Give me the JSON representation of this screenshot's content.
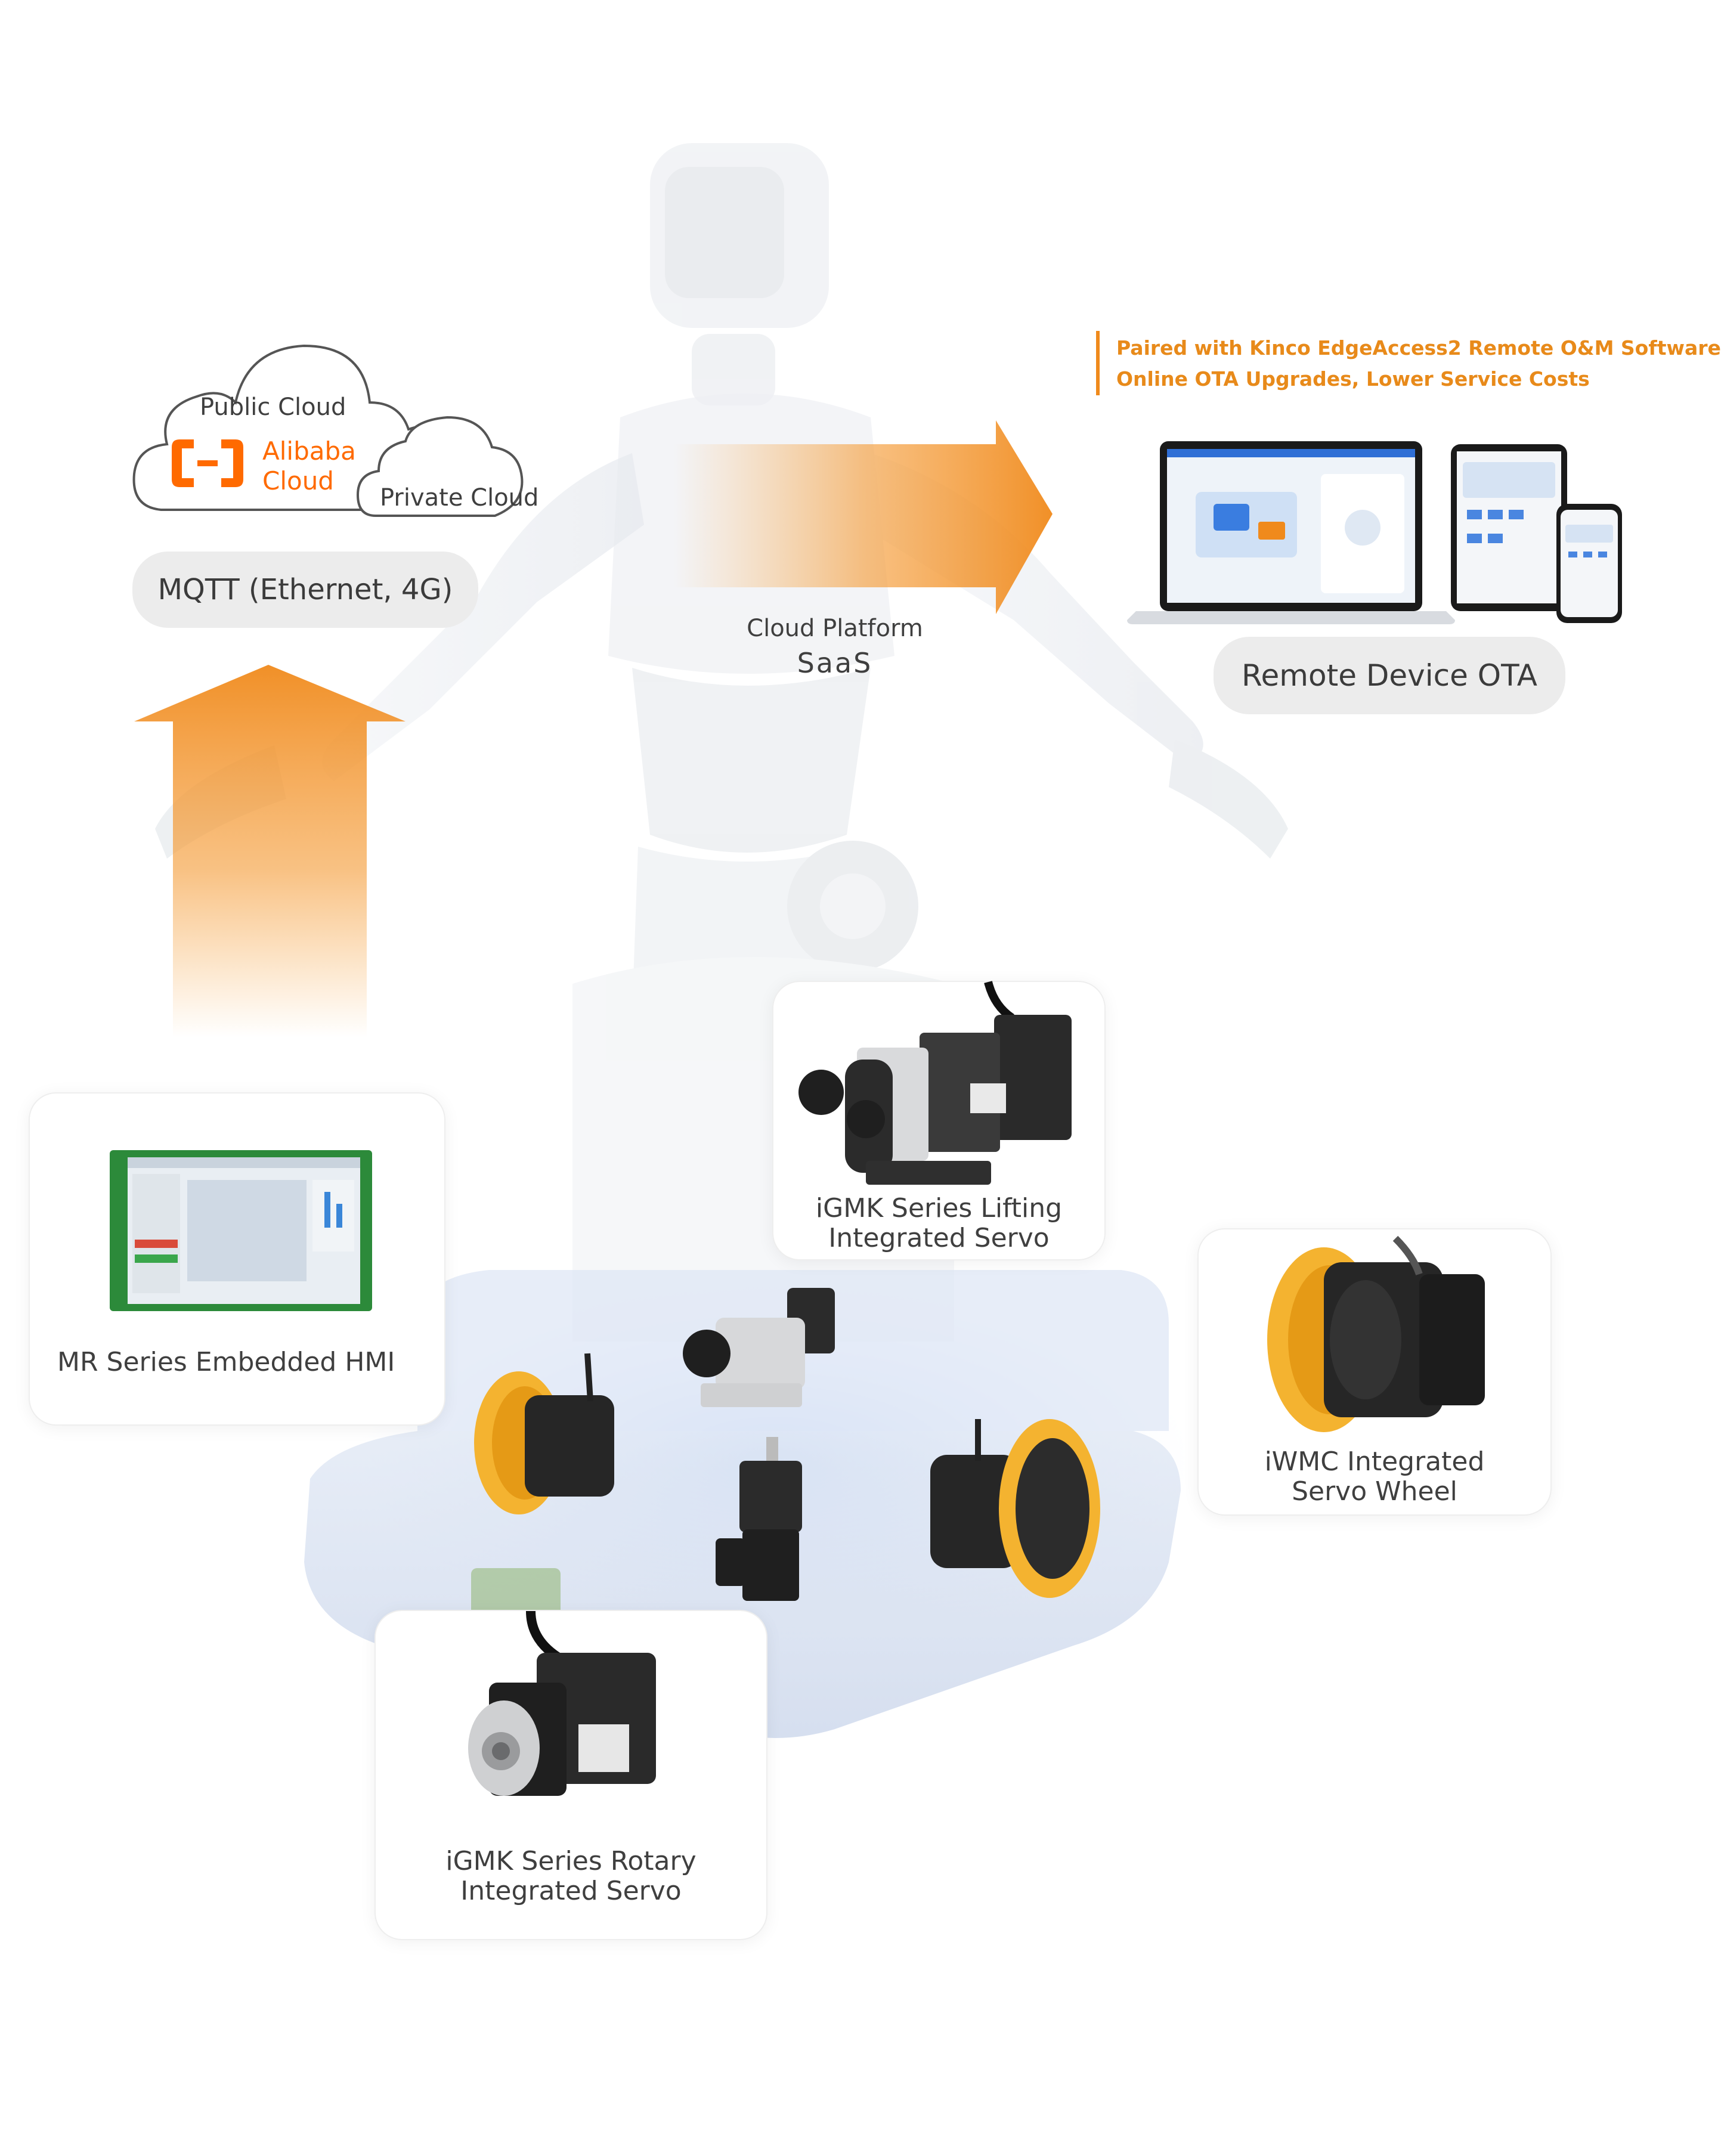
{
  "cloud": {
    "public_label": "Public Cloud",
    "brand_line1": "Alibaba",
    "brand_line2": "Cloud",
    "private_label": "Private Cloud"
  },
  "mqtt_label": "MQTT (Ethernet, 4G)",
  "platform": {
    "line1": "Cloud Platform",
    "line2": "SaaS"
  },
  "note": {
    "line1": "Paired with Kinco EdgeAccess2 Remote O&M Software",
    "line2": "Online OTA Upgrades, Lower Service Costs"
  },
  "ota_label": "Remote Device OTA",
  "products": {
    "hmi": {
      "label": "MR Series Embedded HMI"
    },
    "lifting": {
      "line1": "iGMK Series Lifting",
      "line2": "Integrated Servo"
    },
    "wheel": {
      "line1": "iWMC Integrated",
      "line2": "Servo Wheel"
    },
    "rotary": {
      "line1": "iGMK Series Rotary",
      "line2": "Integrated Servo"
    }
  },
  "colors": {
    "accent": "#f08a1c",
    "brand": "#ff6a00",
    "text": "#3f3f3f",
    "pill": "#ececec"
  }
}
